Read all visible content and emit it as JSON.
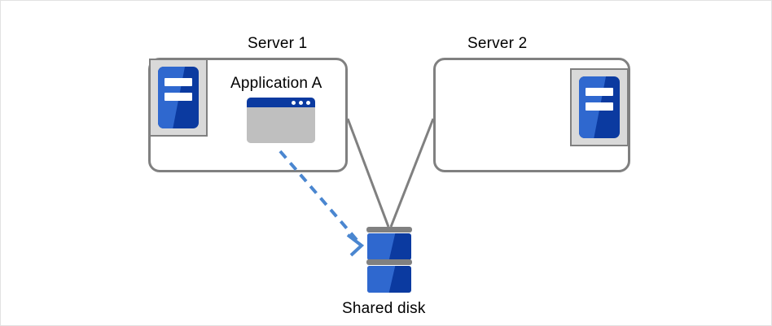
{
  "diagram": {
    "title_hidden": "",
    "nodes": {
      "server1": {
        "label": "Server 1",
        "icon": "server-icon"
      },
      "server2": {
        "label": "Server 2",
        "icon": "server-icon"
      },
      "application_a": {
        "label": "Application A",
        "icon": "application-window-icon"
      },
      "shared_disk": {
        "label": "Shared disk",
        "icon": "disk-stack-icon"
      }
    },
    "connections": [
      {
        "name": "server1-to-shared-disk",
        "style": "solid",
        "color": "#808080"
      },
      {
        "name": "server2-to-shared-disk",
        "style": "solid",
        "color": "#808080"
      },
      {
        "name": "application-a-to-shared-disk",
        "style": "dashed",
        "color": "#4a86d0",
        "arrow": true
      }
    ],
    "colors": {
      "blue_light": "#2f68cf",
      "blue_dark": "#0b3aa0",
      "gray_line": "#808080",
      "gray_fill": "#bfbfbf",
      "gray_plate": "#d9d9d9",
      "arrow_blue": "#4a86d0",
      "canvas_border": "#e2e2e2"
    }
  }
}
